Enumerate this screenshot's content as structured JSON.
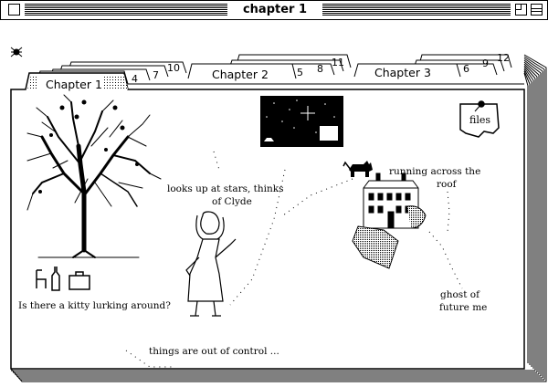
{
  "window": {
    "title": "chapter 1"
  },
  "tabs": [
    {
      "label": "Chapter 1",
      "sub": [
        "4",
        "7",
        "10"
      ]
    },
    {
      "label": "Chapter 2",
      "sub": [
        "5",
        "8",
        "11"
      ]
    },
    {
      "label": "Chapter 3",
      "sub": [
        "6",
        "9",
        "12"
      ]
    }
  ],
  "files_label": "files",
  "captions": {
    "kitty": "Is there a kitty lurking around?",
    "stars_line1": "looks up at stars, thinks",
    "stars_line2": "of Clyde",
    "running_line1": "running across the",
    "running_line2": "roof",
    "ghost_line1": "ghost of",
    "ghost_line2": "future me",
    "control": "things are out of control ..."
  }
}
